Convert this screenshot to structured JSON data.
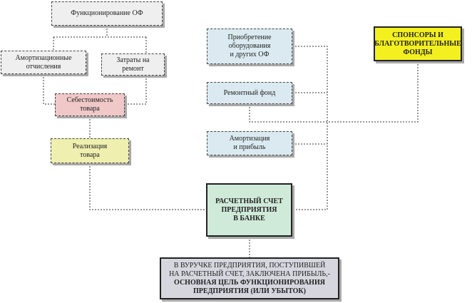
{
  "nodes": {
    "functioning": {
      "text": "Функционирование ОФ"
    },
    "depreciation": {
      "line1": "Амортизационные",
      "line2": "отчисления"
    },
    "repair_costs": {
      "line1": "Затраты на",
      "line2": "ремонт"
    },
    "cost": {
      "line1": "Себестоимость",
      "line2": "товара"
    },
    "sale": {
      "line1": "Реализация",
      "line2": "товара"
    },
    "acquisition": {
      "line1": "Приобретение",
      "line2": "оборудования",
      "line3": "и других ОФ"
    },
    "repair_fund": {
      "text": "Ремонтный фонд"
    },
    "amort_profit": {
      "line1": "Амортизация",
      "line2": "и прибыль"
    },
    "sponsors": {
      "line1": "СПОНСОРЫ И",
      "line2": "БЛАГОТВОРИТЕЛЬНЫЕ",
      "line3": "ФОНДЫ"
    },
    "account": {
      "line1": "РАСЧЕТНЫЙ СЧЕТ",
      "line2": "ПРЕДПРИЯТИЯ",
      "line3": "В БАНКЕ"
    },
    "revenue": {
      "line1": "В ВУРУЧКЕ ПРЕДПРИЯТИЯ, ПОСТУПИВШЕЙ",
      "line2": "НА РАСЧЕТНЫЙ СЧЕТ, ЗАКЛЮЧЕНА ПРИБЫЛЬ,-",
      "line3": "ОСНОВНАЯ ЦЕЛЬ ФУНКЦИОНИРОВАНИЯ",
      "line4": "ПРЕДПРИЯТИЯ (ИЛИ УБЫТОК)"
    }
  },
  "colors": {
    "gray_box": "#efefef",
    "blue_box": "#daeaf0",
    "pink_box": "#f0c8c8",
    "olive_box": "#efefaf",
    "yellow_box": "#f4f020",
    "green_box": "#d0eada",
    "bottom_box": "#d6d6de"
  }
}
